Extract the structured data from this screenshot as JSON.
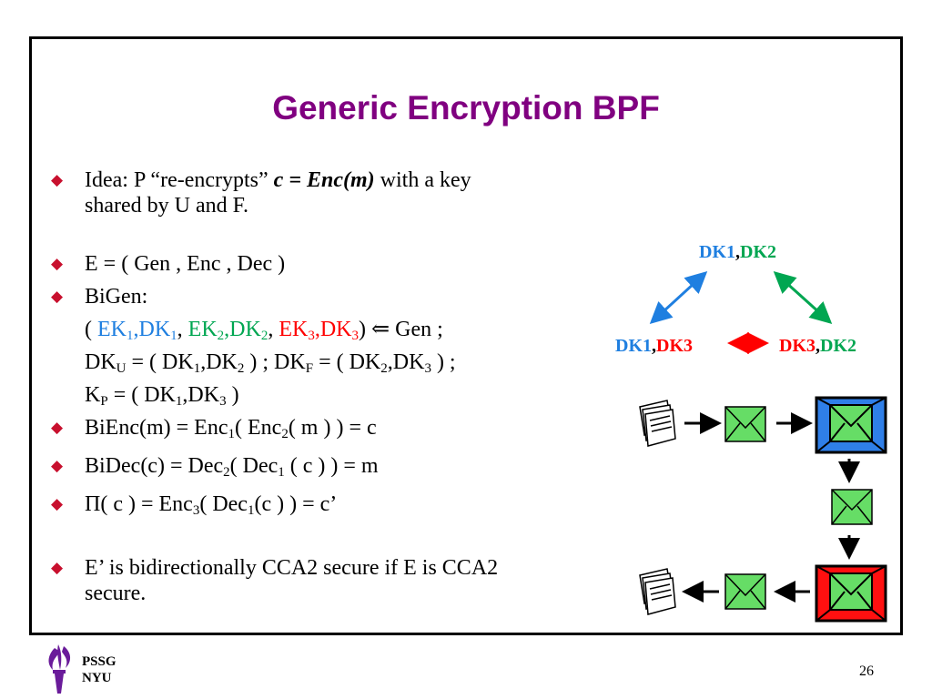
{
  "slide": {
    "title": "Generic Encryption BPF",
    "page_number": "26"
  },
  "bullets": {
    "b1": {
      "pre": "Idea: P “re-encrypts” ",
      "em": "c = Enc(m)",
      "post": " with a key",
      "cont": "shared by U and F."
    },
    "b2": "E = ( Gen , Enc , Dec )",
    "b3": "BiGen:",
    "gen": {
      "open": "( ",
      "ek1": "EK",
      "ek1s": "1",
      "dk1": "DK",
      "dk1s": "1",
      "ek2": "EK",
      "ek2s": "2",
      "dk2": "DK",
      "dk2s": "2",
      "ek3": "EK",
      "ek3s": "3",
      "dk3": "DK",
      "dk3s": "3",
      "close": ") ",
      "arrow": "⇐",
      "tail": " Gen ;"
    },
    "dk_line": {
      "a": "DK",
      "as": "U",
      "b": " = ( DK",
      "bs": "1",
      "c": ",DK",
      "cs": "2",
      "d": " ) ; DK",
      "ds": "F",
      "e": " = ( DK",
      "es": "2",
      "f": ",DK",
      "fs": "3",
      "g": " ) ;"
    },
    "kp_line": {
      "a": "K",
      "as": "P",
      "b": " = ( DK",
      "bs": "1",
      "c": ",DK",
      "cs": "3",
      "d": " )"
    },
    "bienc": {
      "a": "BiEnc(m) = Enc",
      "as": "1",
      "b": "( Enc",
      "bs": "2",
      "c": "( m ) ) = c"
    },
    "bidec": {
      "a": "BiDec(c) = Dec",
      "as": "2",
      "b": "( Dec",
      "bs": "1",
      "c": " ( c ) ) = m"
    },
    "pi": {
      "a": "Π( c ) = Enc",
      "as": "3",
      "b": "( Dec",
      "bs": "1",
      "c": "(c ) ) = c’"
    },
    "last": "E’ is bidirectionally CCA2 secure if E is CCA2",
    "last_cont": "secure."
  },
  "diagram": {
    "top_dk1": "DK1",
    "top_comma": ",",
    "top_dk2": "DK2",
    "left_dk1": "DK1",
    "left_comma": ",",
    "left_dk3": "DK3",
    "right_dk3": "DK3",
    "right_comma": ",",
    "right_dk2": "DK2",
    "colors": {
      "blue": "#1f7fe0",
      "green": "#00a651",
      "red": "#ff0000",
      "envelope": "#66dd66"
    }
  },
  "logo": {
    "line1": "PSSG",
    "line2": "NYU"
  }
}
